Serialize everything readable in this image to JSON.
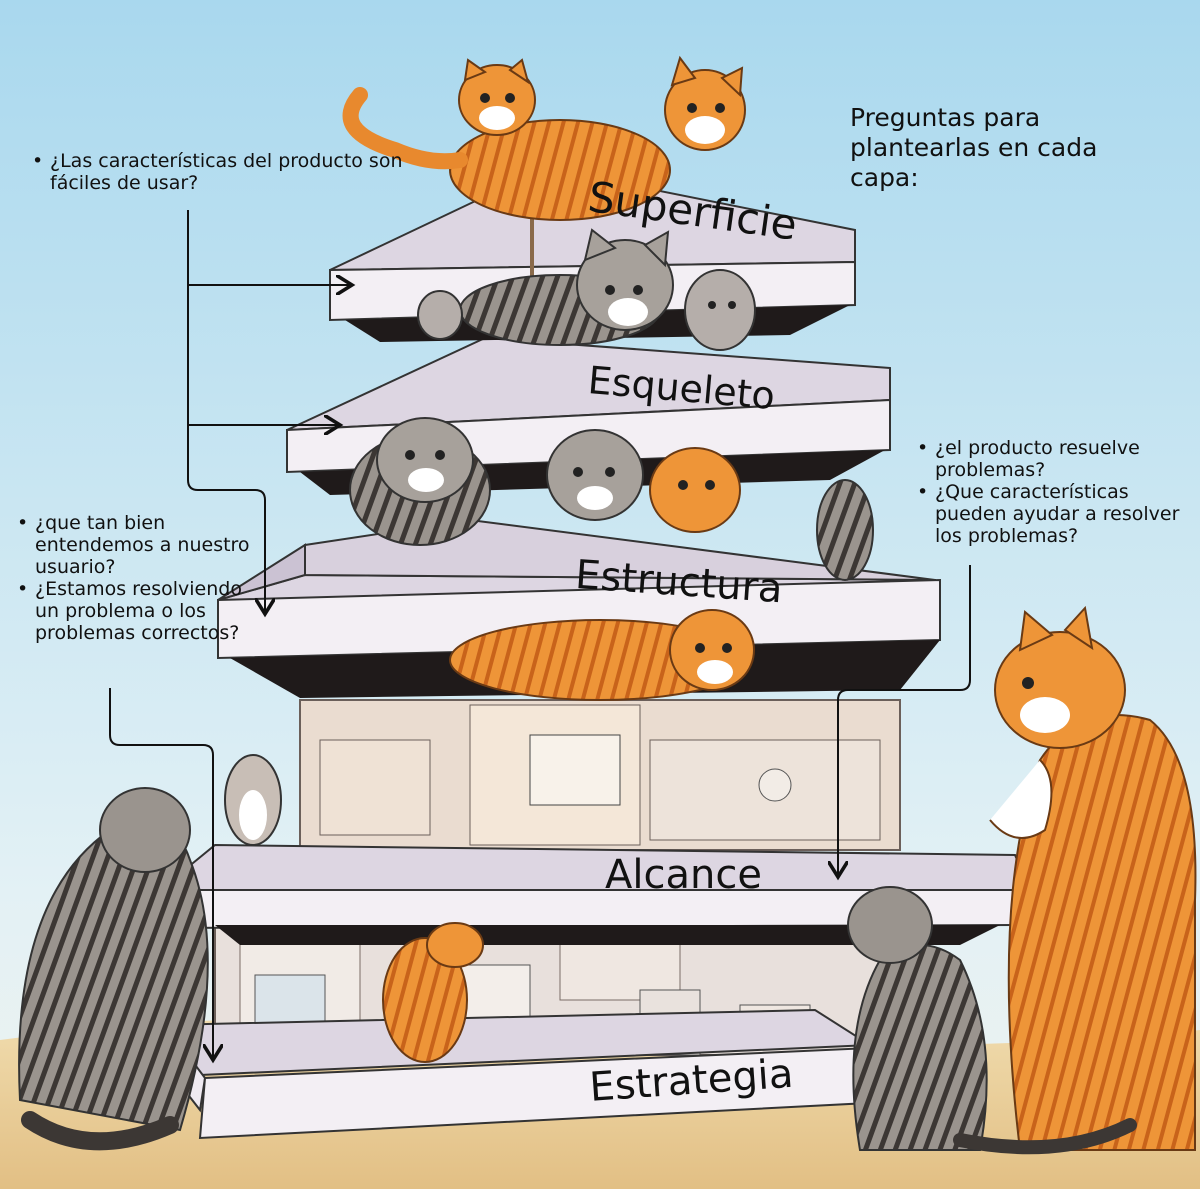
{
  "title": "Preguntas para plantearlas en cada capa:",
  "layers": [
    {
      "id": "superficie",
      "label": "Superficie"
    },
    {
      "id": "esqueleto",
      "label": "Esqueleto"
    },
    {
      "id": "estructura",
      "label": "Estructura"
    },
    {
      "id": "alcance",
      "label": "Alcance"
    },
    {
      "id": "estrategia",
      "label": "Estrategia"
    }
  ],
  "notes": {
    "superficie": [
      "¿Las características del producto son fáciles de usar?"
    ],
    "alcance": [
      "¿el producto resuelve problemas?",
      "¿Que características pueden ayudar a resolver los problemas?"
    ],
    "estrategia": [
      "¿que tan bien entendemos a nuestro usuario?",
      "¿Estamos resolviendo un problema o los problemas correctos?"
    ]
  },
  "colors": {
    "sky_top": "#a9d8ee",
    "sky_bottom": "#e3f1f5",
    "ground": "#e9cf9c",
    "slab_top": "#ded8e6",
    "slab_front": "#f3eff4",
    "slab_shadow": "#1a1a1a",
    "orange_cat": "#e8892e",
    "tabby_cat": "#8f8a86",
    "arrow": "#111111"
  }
}
